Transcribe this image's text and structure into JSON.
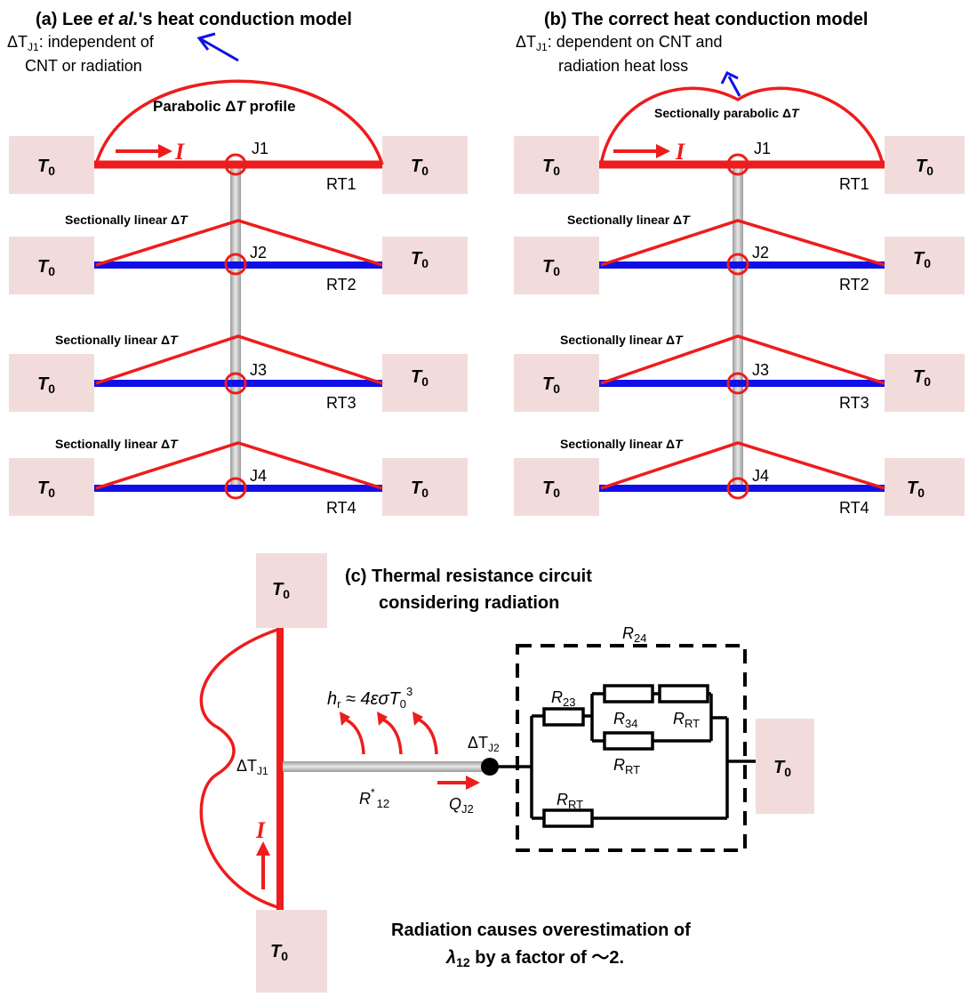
{
  "panel_a": {
    "title": "(a) Lee et al.'s heat conduction model",
    "title_pre": "(a) Lee ",
    "title_ital": "et al.",
    "title_post": "'s heat conduction model",
    "annot_delta": "ΔT",
    "annot_sub": "J1",
    "annot_line1": ": independent of",
    "annot_line2": "CNT or radiation",
    "profile_label_pre": "Parabolic Δ",
    "profile_label_ital": "T",
    "profile_label_post": " profile",
    "current": "I",
    "junctions": [
      "J1",
      "J2",
      "J3",
      "J4"
    ],
    "ribbons": [
      "RT1",
      "RT2",
      "RT3",
      "RT4"
    ],
    "linear_label": "Sectionally linear Δ",
    "linear_ital": "T"
  },
  "panel_b": {
    "title": "(b) The correct heat conduction model",
    "annot_delta": "ΔT",
    "annot_sub": "J1",
    "annot_line1": ": dependent on CNT and",
    "annot_line2": "radiation heat loss",
    "profile_label_pre": "Sectionally parabolic Δ",
    "profile_label_ital": "T",
    "current": "I",
    "junctions": [
      "J1",
      "J2",
      "J3",
      "J4"
    ],
    "ribbons": [
      "RT1",
      "RT2",
      "RT3",
      "RT4"
    ],
    "linear_label": "Sectionally linear Δ",
    "linear_ital": "T"
  },
  "reservoir": {
    "main": "T",
    "sub": "0"
  },
  "panel_c": {
    "title_line1": "(c) Thermal resistance circuit",
    "title_line2": "considering radiation",
    "hr_h": "h",
    "hr_sub": "r",
    "hr_rest": " ≈ 4εσT",
    "hr_sub0": "0",
    "hr_sup": "3",
    "dtj1": "ΔT",
    "dtj1_sub": "J1",
    "dtj2": "ΔT",
    "dtj2_sub": "J2",
    "r12_main": "R",
    "r12_sup": "*",
    "r12_sub": "12",
    "q_main": "Q",
    "q_sub": "J2",
    "current": "I",
    "R24_main": "R",
    "R24_sub": "24",
    "R23_main": "R",
    "R23_sub": "23",
    "R34_main": "R",
    "R34_sub": "34",
    "RRT_main": "R",
    "RRT_sub": "RT",
    "conclusion_line1": "Radiation causes overestimation of",
    "conclusion_lambda": "λ",
    "conclusion_lambda_sub": "12",
    "conclusion_rest": " by a factor of ～2."
  },
  "colors": {
    "red": "#ee1c1c",
    "blue": "#1010e6",
    "reservoir": "#f2dcdb",
    "cnt_gray": "#b8b8b8",
    "black": "#000000"
  }
}
